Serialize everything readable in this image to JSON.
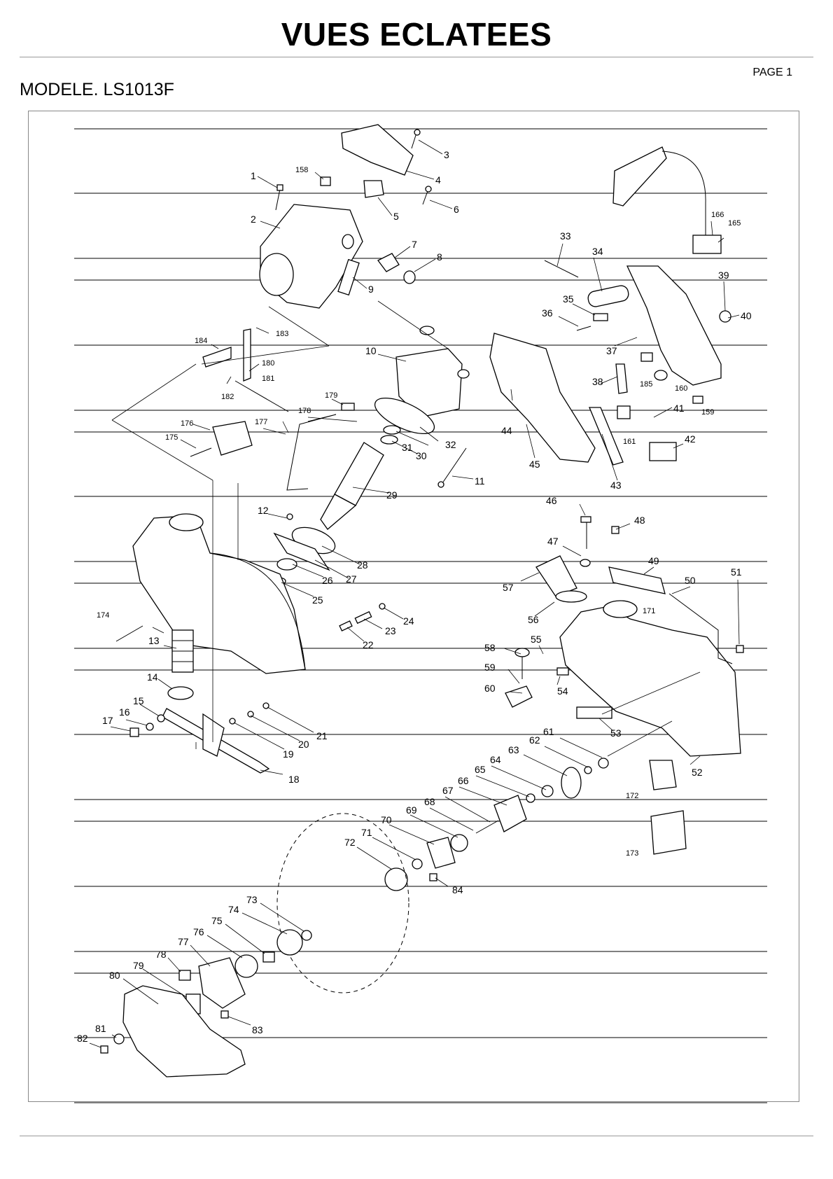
{
  "title": "VUES ECLATEES",
  "page_label": "PAGE 1",
  "model_label": "MODELE. LS1013F",
  "part_numbers": [
    "1",
    "2",
    "3",
    "4",
    "5",
    "6",
    "7",
    "8",
    "9",
    "10",
    "11",
    "12",
    "13",
    "14",
    "15",
    "16",
    "17",
    "18",
    "19",
    "20",
    "21",
    "22",
    "23",
    "24",
    "25",
    "26",
    "27",
    "28",
    "29",
    "30",
    "31",
    "32",
    "33",
    "34",
    "35",
    "36",
    "37",
    "38",
    "39",
    "40",
    "41",
    "42",
    "43",
    "44",
    "45",
    "46",
    "47",
    "48",
    "49",
    "50",
    "51",
    "52",
    "53",
    "54",
    "55",
    "56",
    "57",
    "58",
    "59",
    "60",
    "61",
    "62",
    "63",
    "64",
    "65",
    "66",
    "67",
    "68",
    "69",
    "70",
    "71",
    "72",
    "73",
    "74",
    "75",
    "76",
    "77",
    "78",
    "79",
    "80",
    "81",
    "82",
    "83",
    "84",
    "158",
    "159",
    "160",
    "161",
    "165",
    "166",
    "171",
    "172",
    "173",
    "174",
    "175",
    "176",
    "177",
    "178",
    "179",
    "180",
    "181",
    "182",
    "183",
    "184",
    "185"
  ]
}
